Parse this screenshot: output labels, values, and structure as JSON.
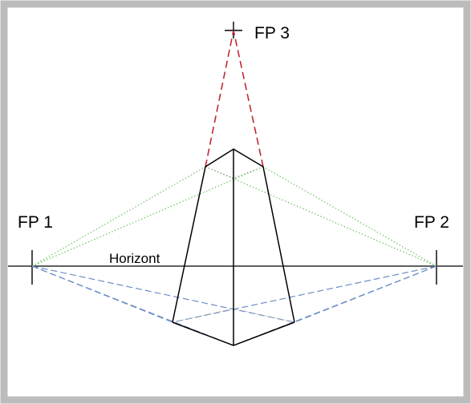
{
  "labels": {
    "fp1": "FP 1",
    "fp2": "FP 2",
    "fp3": "FP 3",
    "horizon": "Horizont"
  },
  "colors": {
    "frame": "#bcbcbc",
    "object": "#000000",
    "vertical_vanishing_lines": "#c0282f",
    "upper_vanishing_lines": "#5fbf52",
    "lower_vanishing_lines": "#6d8fc6",
    "hidden_edges": "#a8a8a8"
  }
}
